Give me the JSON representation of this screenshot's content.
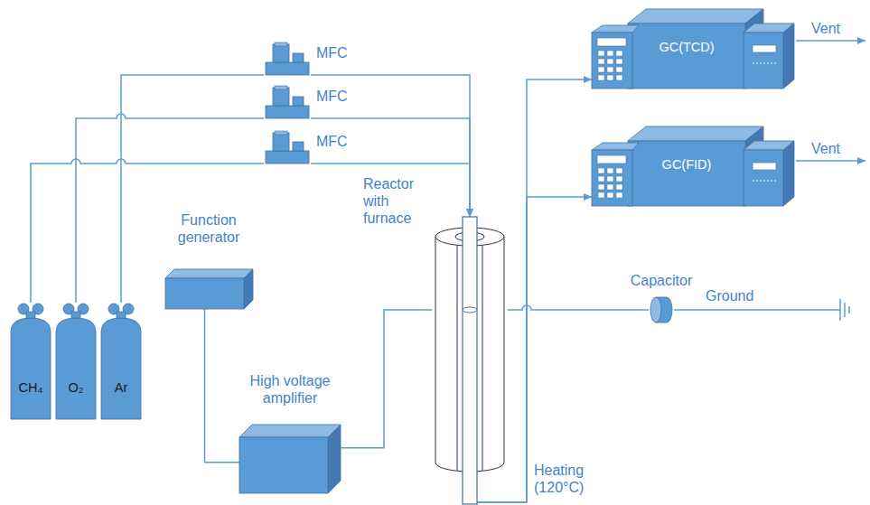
{
  "diagram": {
    "nodes": [
      {
        "text": [
          "MFC"
        ]
      },
      {
        "text": [
          "MFC"
        ]
      },
      {
        "text": [
          "MFC"
        ]
      },
      {
        "text": [
          "GC(TCD)"
        ]
      },
      {
        "text": [
          "GC(FID)"
        ]
      },
      {
        "text": [
          "Function generator"
        ]
      },
      {
        "text": [
          "Reactor with furnace"
        ]
      },
      {
        "text": [
          "Capacitor"
        ]
      },
      {
        "text": [
          "CH₄"
        ]
      },
      {
        "text": [
          "O₂"
        ]
      },
      {
        "text": [
          "Ar"
        ]
      },
      {
        "text": [
          "High voltage amplifier"
        ]
      }
    ],
    "edges": [
      {
        "from": 8,
        "to": 2,
        "arrow": "none"
      },
      {
        "from": 9,
        "to": 1,
        "arrow": "none"
      },
      {
        "from": 10,
        "to": 0,
        "arrow": "none"
      },
      {
        "from": 0,
        "to": 6,
        "arrow": "to"
      },
      {
        "from": 1,
        "to": 6,
        "arrow": "to"
      },
      {
        "from": 2,
        "to": 6,
        "arrow": "to"
      },
      {
        "from": 5,
        "to": 11,
        "arrow": "none"
      },
      {
        "from": 11,
        "to": 6,
        "arrow": "none"
      },
      {
        "from": 6,
        "to": 7,
        "arrow": "none"
      },
      {
        "from": 6,
        "to": 3,
        "arrow": "to"
      },
      {
        "from": 6,
        "to": 4,
        "arrow": "to"
      }
    ],
    "labels": [
      "Vent",
      "Vent",
      "Ground",
      "Heating (120°C)"
    ]
  }
}
